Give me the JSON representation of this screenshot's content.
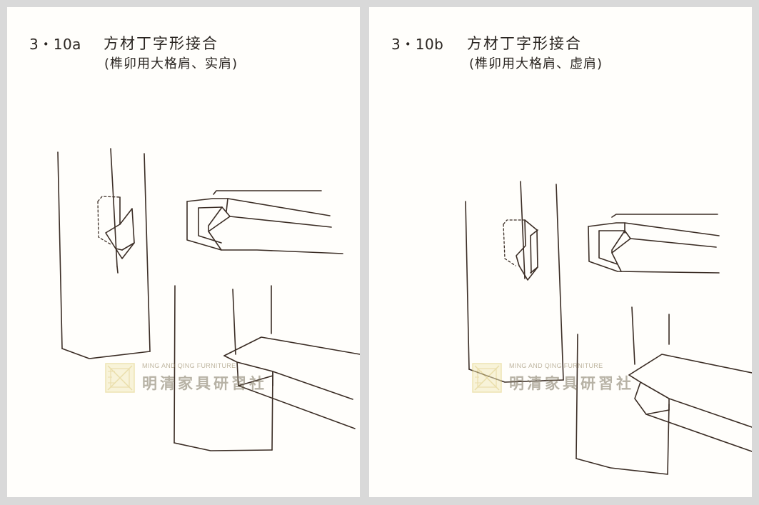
{
  "figures": [
    {
      "number": "3・10a",
      "title": "方材丁字形接合",
      "subtitle": "(榫卯用大格肩、实肩)"
    },
    {
      "number": "3・10b",
      "title": "方材丁字形接合",
      "subtitle": "(榫卯用大格肩、虚肩)"
    }
  ],
  "watermark": {
    "en": "MING AND QING FURNITURE",
    "cn": "明清家具研習社",
    "logo_color": "#e8d98a",
    "text_color": "#7d7560"
  },
  "colors": {
    "background": "#d9d9d9",
    "paper": "#fffefb",
    "ink": "#3b2d25"
  }
}
